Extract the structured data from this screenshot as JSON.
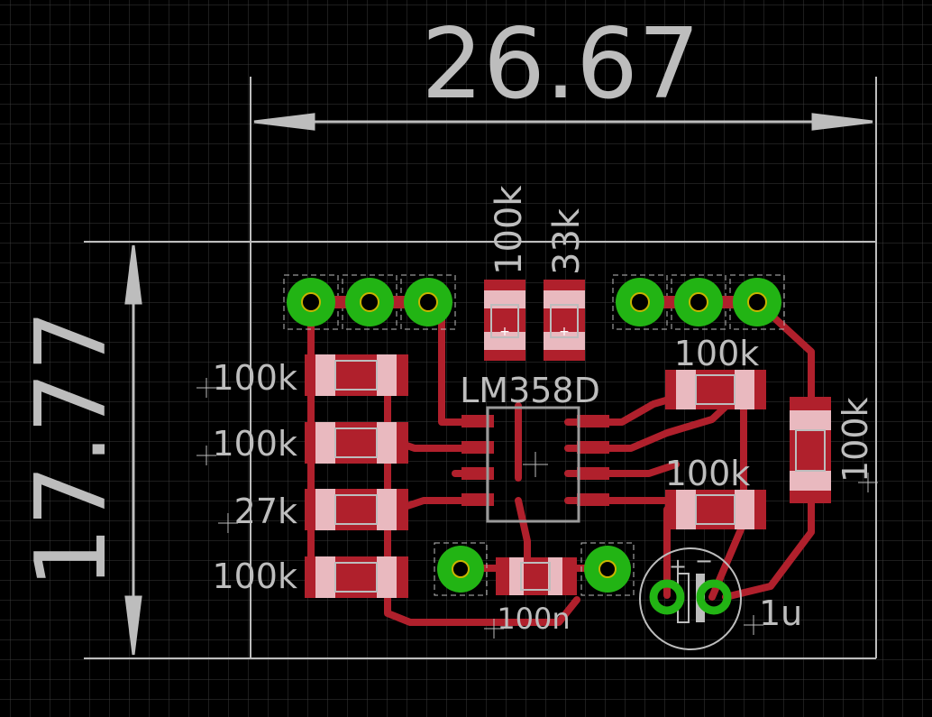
{
  "dimensions": {
    "width_label": "26.67",
    "height_label": "17.77"
  },
  "components": {
    "ic": "LM358D",
    "r_top_left": "100k",
    "r_top_right": "33k",
    "r_left_1": "100k",
    "r_left_2": "100k",
    "r_left_3": "27k",
    "r_left_4": "100k",
    "r_right_upper": "100k",
    "r_right_lower": "100k",
    "r_far_right": "100k",
    "c_bottom": "100n",
    "c_electrolytic": "1u",
    "c_plus": "+",
    "c_minus": "−"
  },
  "colors": {
    "background": "#000000",
    "grid": "#3a3a3a",
    "copper": "#b0202c",
    "pad": "#22b414",
    "silk": "#bdbdbd",
    "smd_highlight": "#e9b9bf"
  }
}
